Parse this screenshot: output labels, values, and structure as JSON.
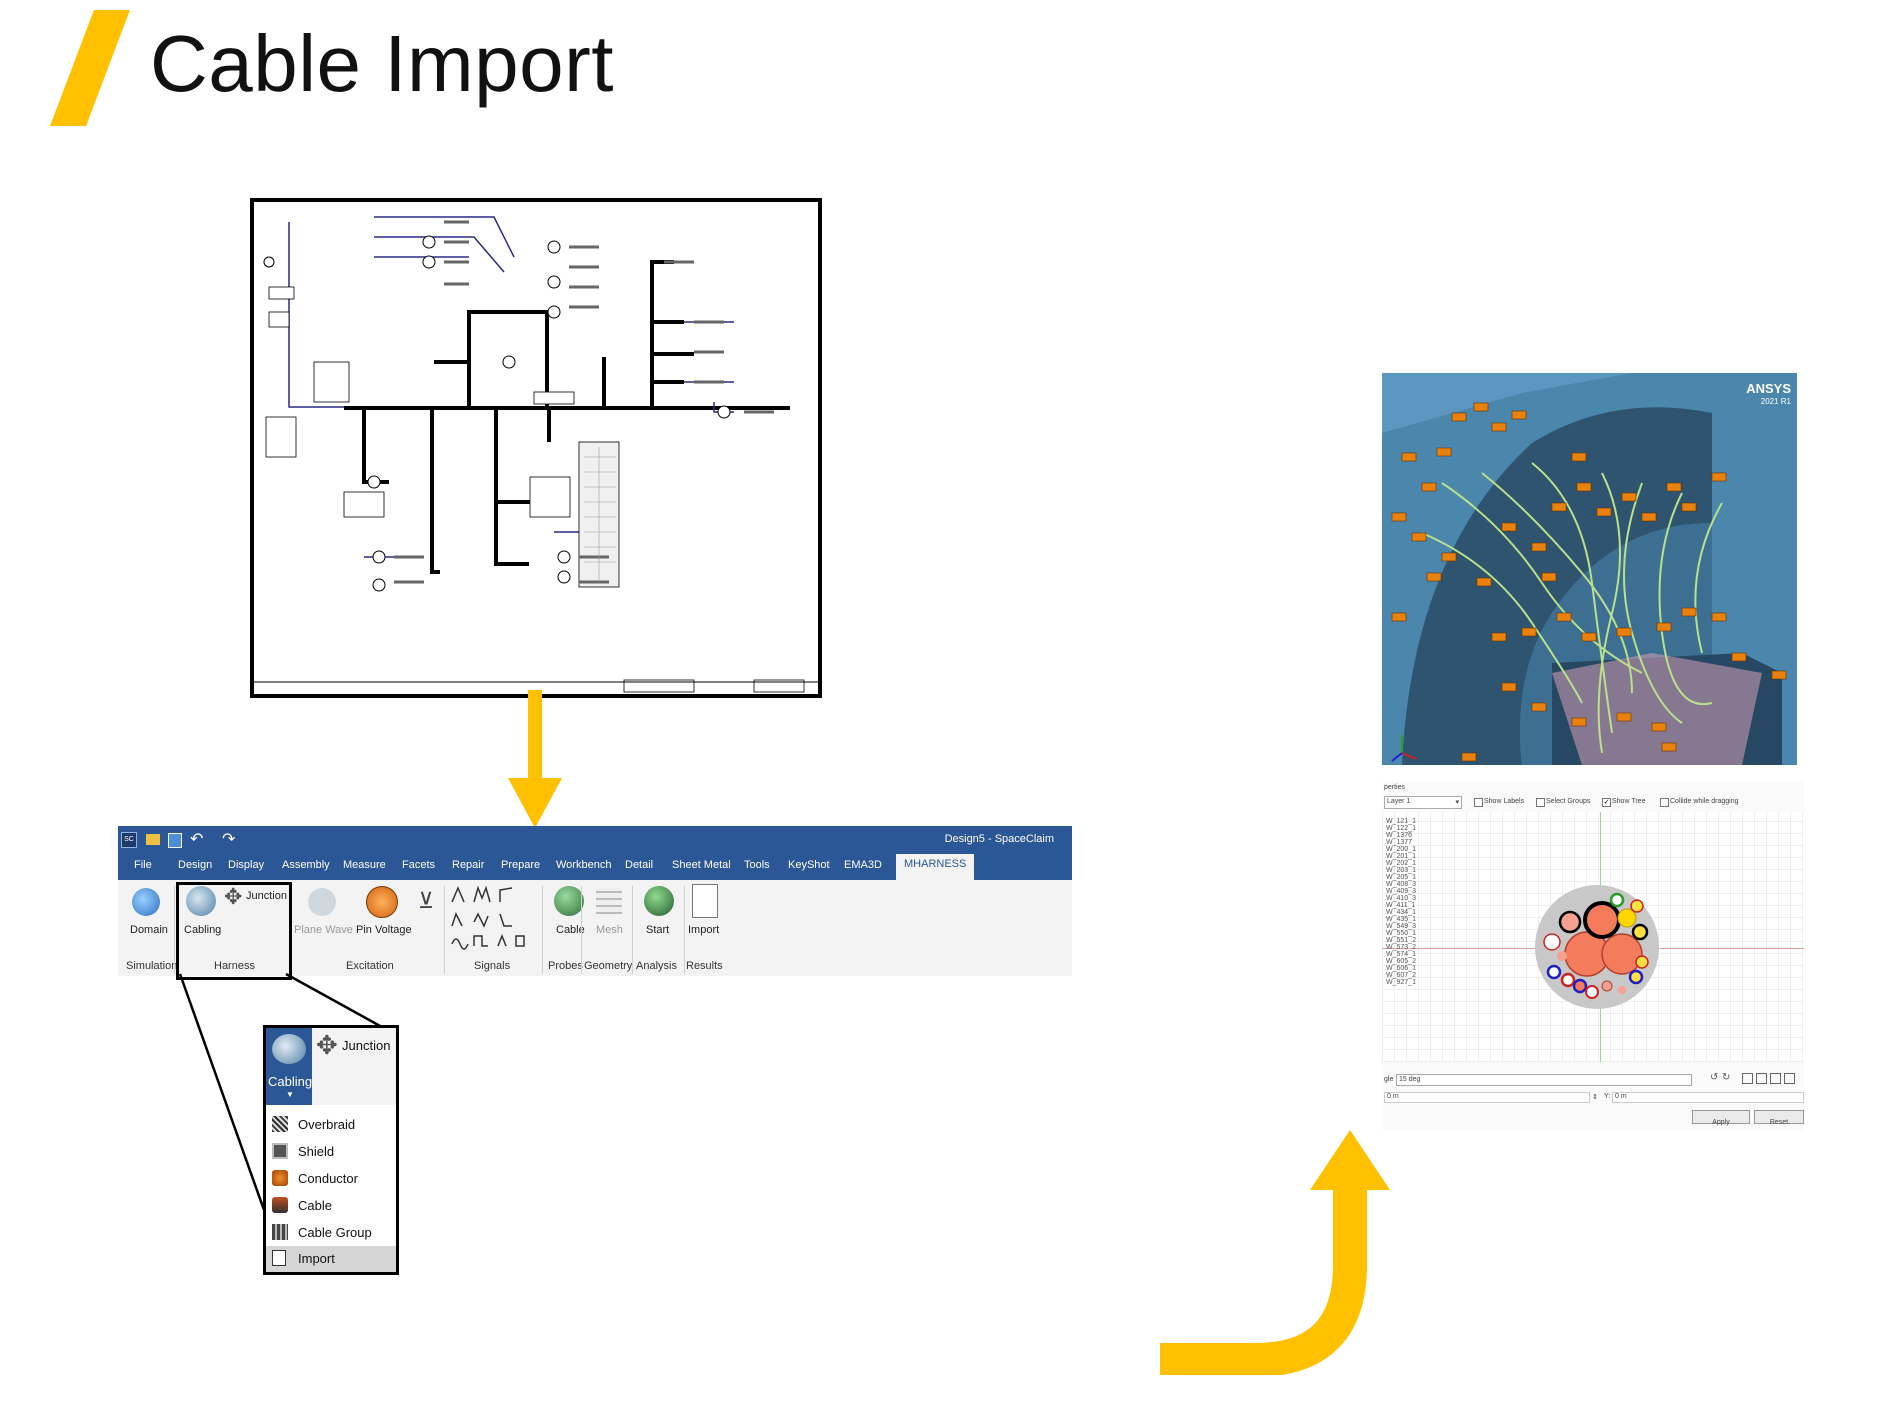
{
  "page": {
    "title": "Cable Import"
  },
  "colors": {
    "accent": "#ffc000",
    "ribbon_blue": "#2b5797",
    "tag_orange": "#e8820c",
    "view_blue": "#3f7fa6"
  },
  "ribbon": {
    "window_title": "Design5 - SpaceClaim",
    "tabs": [
      "File",
      "Design",
      "Display",
      "Assembly",
      "Measure",
      "Facets",
      "Repair",
      "Prepare",
      "Workbench",
      "Detail",
      "Sheet Metal",
      "Tools",
      "KeyShot",
      "EMA3D",
      "MHARNESS"
    ],
    "buttons": {
      "domain": "Domain",
      "cabling": "Cabling",
      "junction": "Junction",
      "plane_wave": "Plane Wave",
      "pin_voltage": "Pin Voltage",
      "cable": "Cable",
      "mesh": "Mesh",
      "start": "Start",
      "import": "Import"
    },
    "groups": [
      "Simulation",
      "Harness",
      "Excitation",
      "Signals",
      "Probes",
      "Geometry",
      "Analysis",
      "Results"
    ]
  },
  "dropdown": {
    "cabling": "Cabling",
    "junction": "Junction",
    "items": [
      "Overbraid",
      "Shield",
      "Conductor",
      "Cable",
      "Cable Group",
      "Import"
    ]
  },
  "view3d": {
    "brand": "ANSYS",
    "version": "2021 R1"
  },
  "panel": {
    "header": "perties",
    "layer_select": "Layer 1",
    "checkboxes": [
      {
        "label": "Show Labels",
        "checked": false
      },
      {
        "label": "Select Groups",
        "checked": false
      },
      {
        "label": "Show Tree",
        "checked": true
      },
      {
        "label": "Collide while dragging",
        "checked": false
      }
    ],
    "wires": [
      "W_121_1",
      "W_122_1",
      "W_1376",
      "W_1377",
      "W_200_1",
      "W_201_1",
      "W_202_1",
      "W_203_1",
      "W_205_1",
      "W_408_3",
      "W_409_3",
      "W_410_3",
      "W_411_1",
      "W_434_1",
      "W_435_1",
      "W_549_3",
      "W_550_1",
      "W_551_2",
      "W_573_2",
      "W_574_1",
      "W_605_2",
      "W_606_1",
      "W_607_2",
      "W_927_1"
    ],
    "angle_label": "gle",
    "angle_value": "15 deg",
    "x_value": "0 m",
    "y_label": "Y:",
    "y_value": "0 m",
    "apply": "Apply",
    "reset": "Reset"
  }
}
